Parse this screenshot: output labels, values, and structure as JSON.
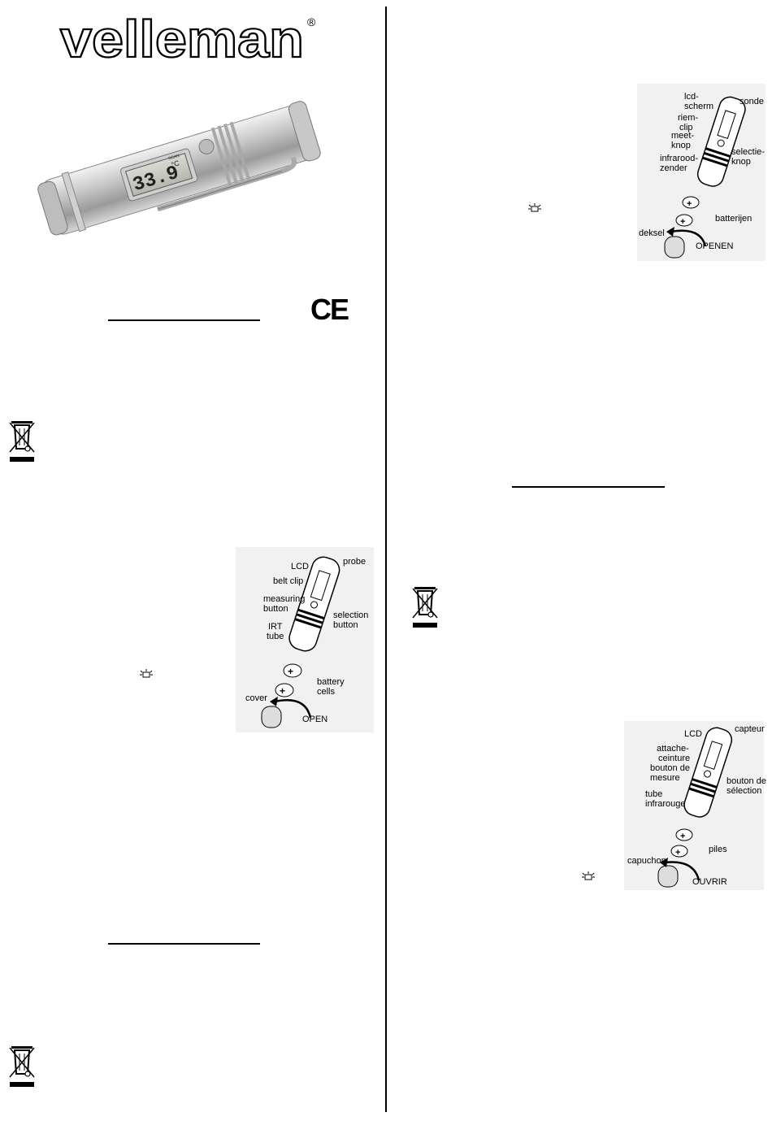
{
  "brand": {
    "name": "velleman",
    "registered_mark": "®"
  },
  "product_photo": {
    "display_reading": "33.9",
    "display_unit": "°C",
    "display_tag": "SCAN"
  },
  "ce_mark": "CE",
  "diagram_en": {
    "probe": "probe",
    "lcd": "LCD",
    "belt_clip": "belt clip",
    "measuring": "measuring",
    "button": "button",
    "irt": "IRT",
    "tube": "tube",
    "selection": "selection",
    "selection_button": "button",
    "battery": "battery",
    "cells": "cells",
    "cover": "cover",
    "open": "OPEN"
  },
  "diagram_nl": {
    "lcd1": "lcd-",
    "lcd2": "scherm",
    "sonde": "sonde",
    "riem1": "riem-",
    "riem2": "clip",
    "meet1": "meet-",
    "meet2": "knop",
    "infra1": "infrarood-",
    "infra2": "zender",
    "sel1": "selectie-",
    "sel2": "knop",
    "batterijen": "batterijen",
    "deksel": "deksel",
    "openen": "OPENEN"
  },
  "diagram_fr": {
    "lcd": "LCD",
    "capteur": "capteur",
    "attache1": "attache-",
    "attache2": "ceinture",
    "bouton1": "bouton de",
    "bouton2": "mesure",
    "tube1": "tube",
    "tube2": "infrarouge",
    "bsel1": "bouton de",
    "bsel2": "sélection",
    "piles": "piles",
    "capuchon": "capuchon",
    "ouvrir": "OUVRIR"
  }
}
